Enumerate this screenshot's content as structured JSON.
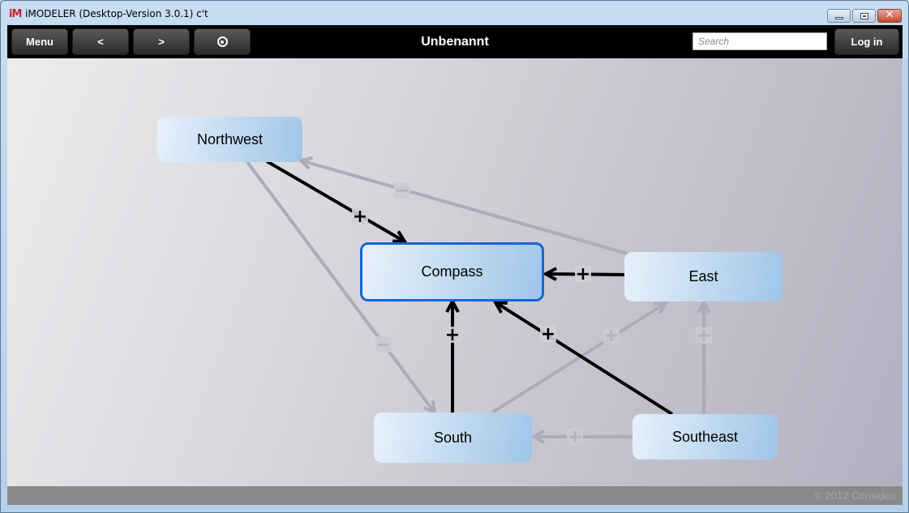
{
  "window": {
    "app_icon": "iM",
    "title": "iMODELER (Desktop-Version 3.0.1) c't",
    "controls": [
      "minimize",
      "maximize",
      "close"
    ]
  },
  "toolbar": {
    "menu_label": "Menu",
    "back_label": "<",
    "forward_label": ">",
    "center_icon": "target-icon",
    "document_title": "Unbenannt",
    "search_placeholder": "Search",
    "search_value": "",
    "login_label": "Log in"
  },
  "diagram": {
    "nodes": [
      {
        "id": "northwest",
        "label": "Northwest",
        "selected": false
      },
      {
        "id": "compass",
        "label": "Compass",
        "selected": true
      },
      {
        "id": "east",
        "label": "East",
        "selected": false
      },
      {
        "id": "south",
        "label": "South",
        "selected": false
      },
      {
        "id": "southeast",
        "label": "Southeast",
        "selected": false
      }
    ],
    "edges": [
      {
        "from": "northwest",
        "to": "compass",
        "sign": "+",
        "active": true
      },
      {
        "from": "east",
        "to": "compass",
        "sign": "+",
        "active": true
      },
      {
        "from": "south",
        "to": "compass",
        "sign": "+",
        "active": true
      },
      {
        "from": "southeast",
        "to": "compass",
        "sign": "+",
        "active": true
      },
      {
        "from": "east",
        "to": "northwest",
        "sign": "−",
        "active": false
      },
      {
        "from": "northwest",
        "to": "south",
        "sign": "−",
        "active": false
      },
      {
        "from": "south",
        "to": "east",
        "sign": "+",
        "active": false
      },
      {
        "from": "southeast",
        "to": "east",
        "sign": "+",
        "active": false
      },
      {
        "from": "southeast",
        "to": "south",
        "sign": "+",
        "active": false
      }
    ],
    "colors": {
      "active_edge": "#000000",
      "inactive_edge": "#aeaabb",
      "selected_border": "#1565d8"
    }
  },
  "footer": {
    "copyright": "© 2012 Consideo"
  }
}
